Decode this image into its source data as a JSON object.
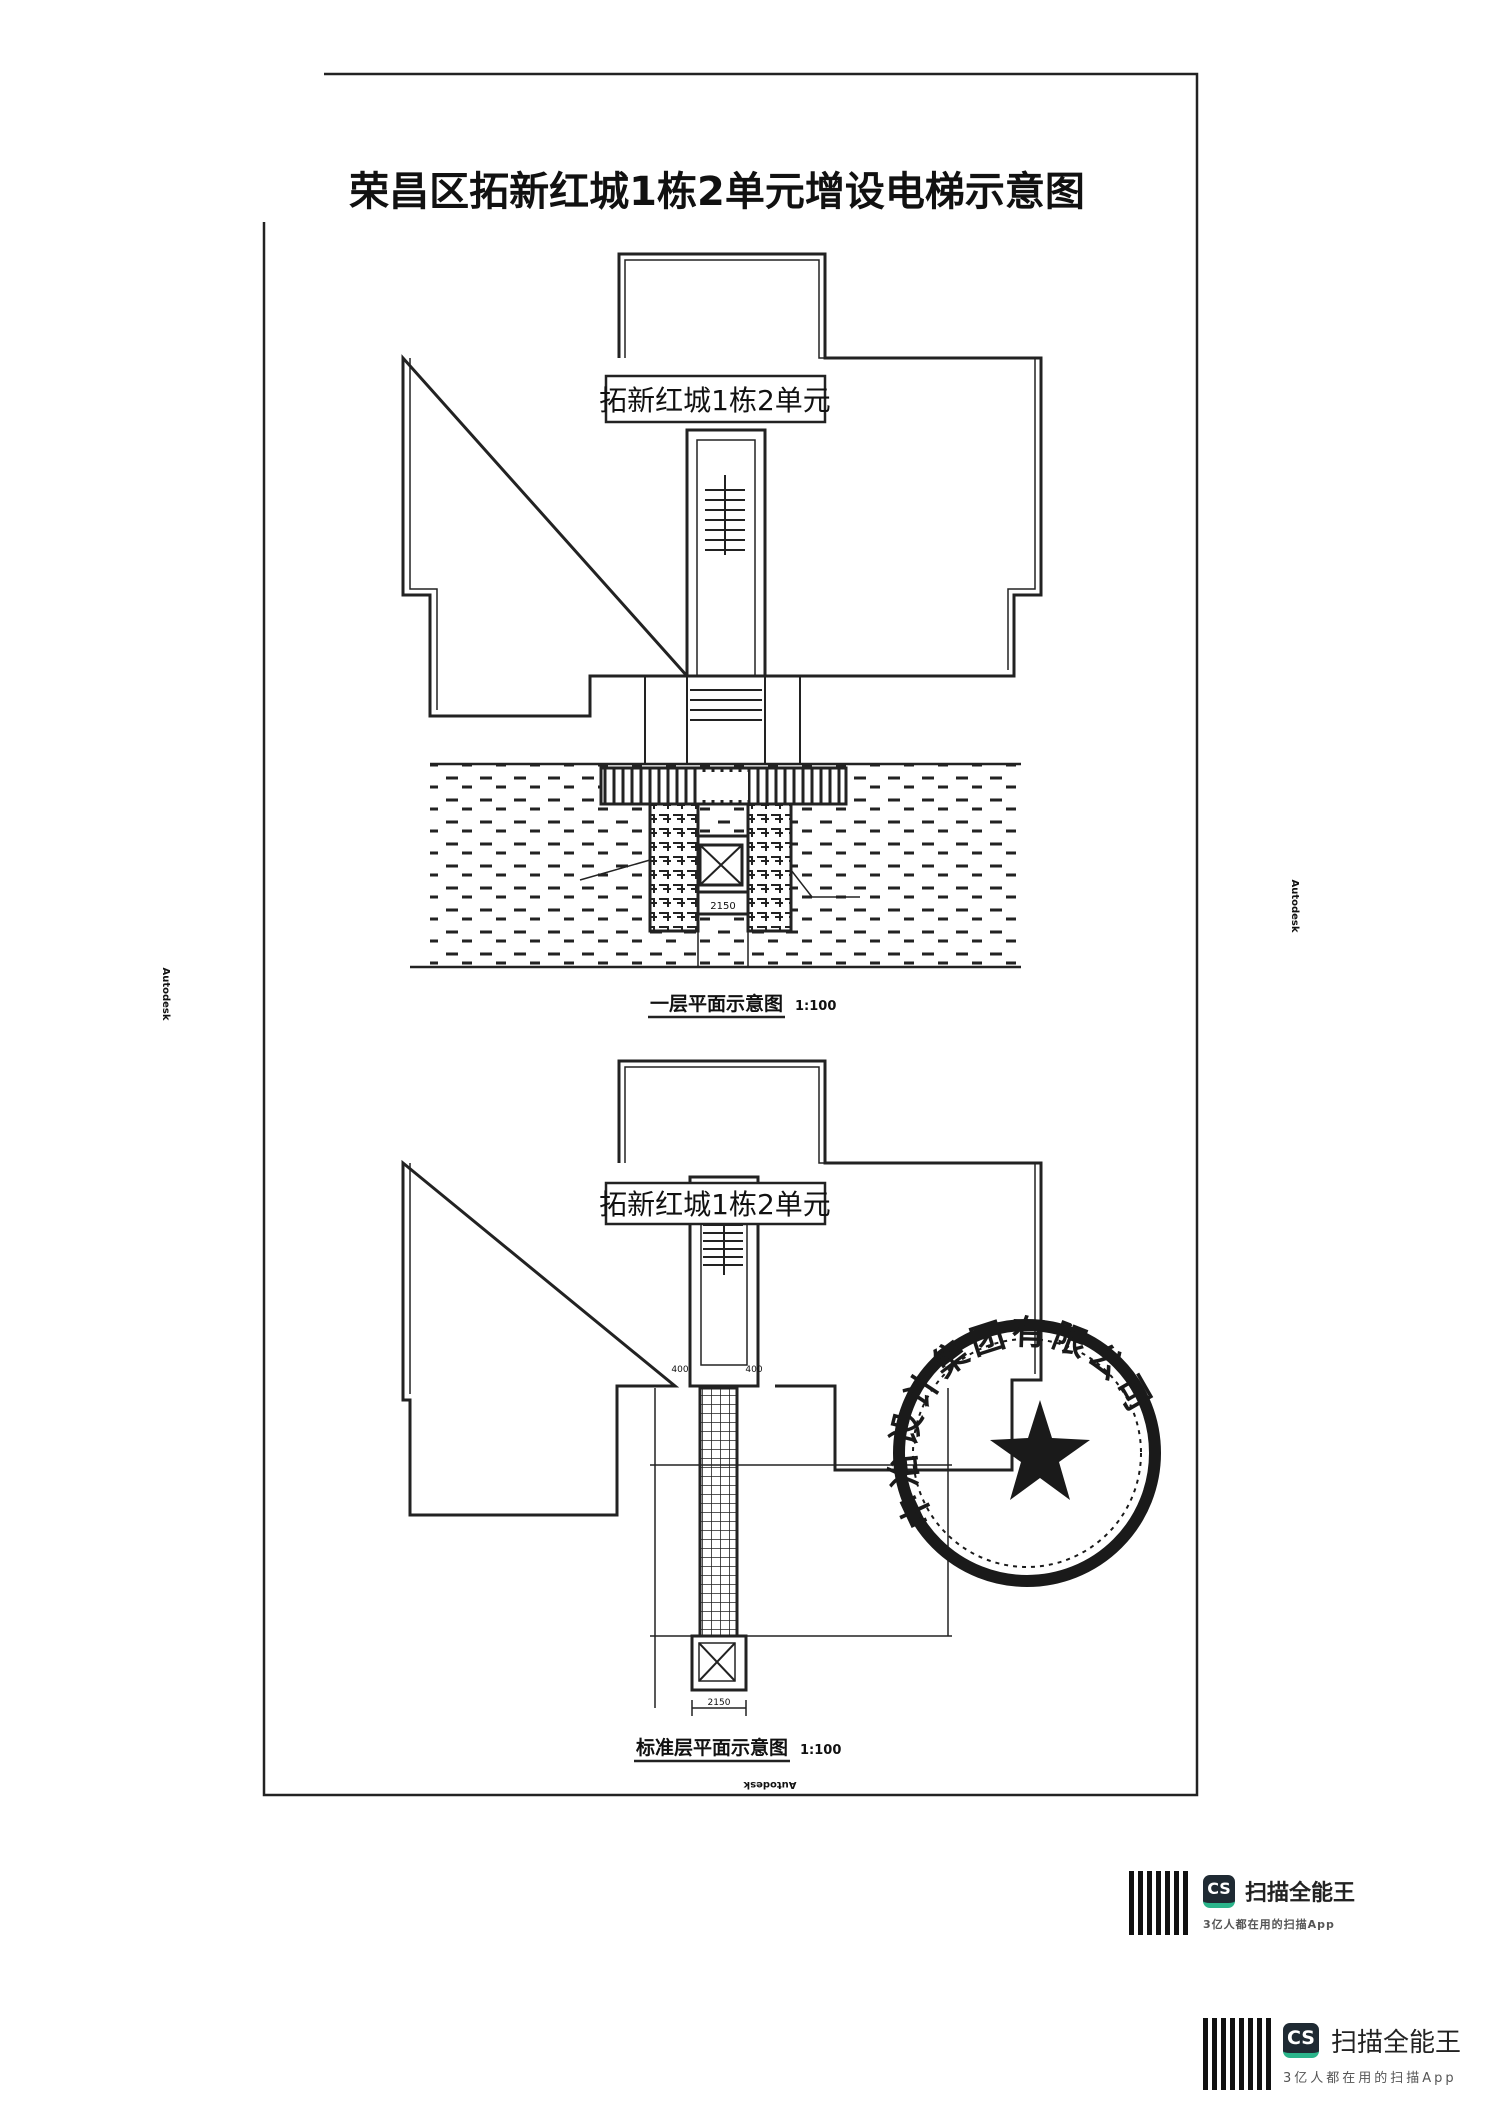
{
  "document": {
    "title": "荣昌区拓新红城1栋2单元增设电梯示意图",
    "watermark_autodesk": "Autodesk"
  },
  "plan_ground": {
    "label": "拓新红城1栋2单元",
    "caption": "一层平面示意图",
    "scale": "1:100",
    "dimension_width": "2150"
  },
  "plan_standard": {
    "label": "拓新红城1栋2单元",
    "caption": "标准层平面示意图",
    "scale": "1:100",
    "dimension_width": "2150",
    "dimension_side_left": "400",
    "dimension_side_right": "400"
  },
  "stamp": {
    "text": "中冶设计集团有限公司"
  },
  "scanner_watermarks": [
    {
      "logo": "CS",
      "brand": "扫描全能王",
      "tagline": "3亿人都在用的扫描App"
    },
    {
      "logo": "CS",
      "brand": "扫描全能王",
      "tagline": "3亿人都在用的扫描App"
    }
  ]
}
